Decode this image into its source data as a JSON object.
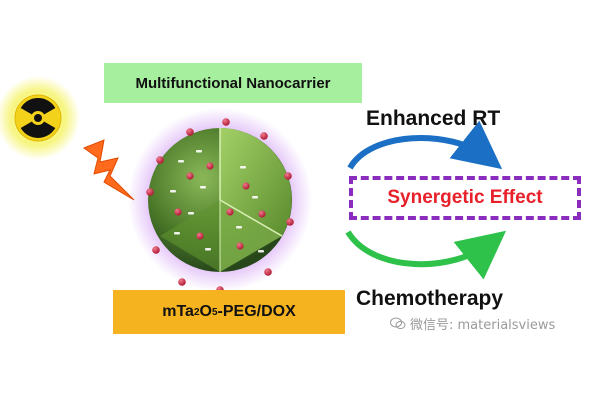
{
  "labels": {
    "nanocarrier": "Multifunctional Nanocarrier",
    "formula_prefix": "mTa",
    "formula_sub1": "2",
    "formula_mid": "O",
    "formula_sub2": "5",
    "formula_suffix": "-PEG/DOX",
    "enhanced_rt": "Enhanced RT",
    "synergy": "Synergetic Effect",
    "chemotherapy": "Chemotherapy",
    "watermark": "微信号: materialsviews"
  },
  "icons": {
    "radiation": "radiation-hazard-icon",
    "lightning": "lightning-bolt-icon",
    "wechat": "wechat-icon"
  },
  "colors": {
    "nanocarrier_bg": "#a6ef9f",
    "formula_bg": "#f5b31f",
    "synergy_text": "#e8202a",
    "synergy_border": "#8a2dbe",
    "arrow_top": "#1b6fc4",
    "arrow_bottom": "#2fc24a",
    "glow": "#f6f48a",
    "hazard": "#f3d21c",
    "sphere": "#4c7a2a",
    "halo": "#c27bf0",
    "drug": "#c0203a"
  }
}
